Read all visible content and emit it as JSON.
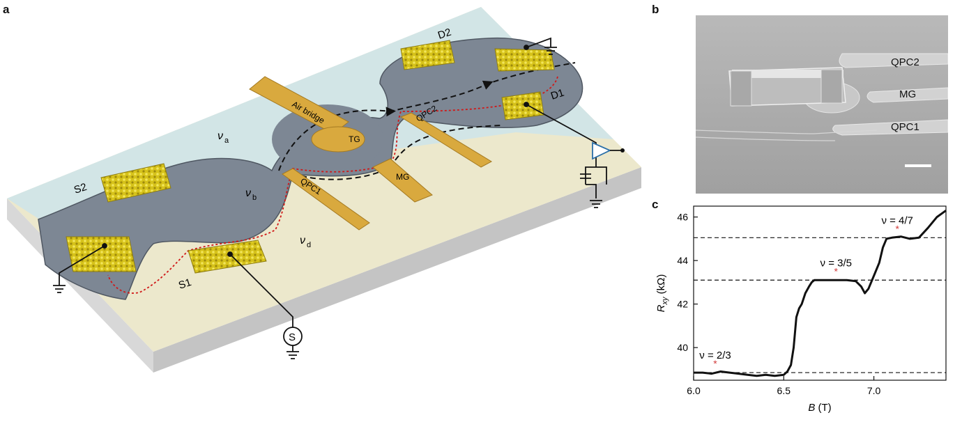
{
  "panels": {
    "a": "a",
    "b": "b",
    "c": "c"
  },
  "device": {
    "contacts": [
      "S1",
      "S2",
      "D1",
      "D2"
    ],
    "gates": [
      "QPC1",
      "QPC2",
      "MG",
      "TG",
      "Air bridge"
    ],
    "fillings": {
      "a": "a",
      "b": "b",
      "d": "d"
    },
    "nu_symbol": "ν",
    "source_symbol": "S"
  },
  "sem": {
    "labels": [
      "QPC2",
      "MG",
      "QPC1"
    ]
  },
  "colors": {
    "substrate_top": "#ece8cc",
    "top_region": "#cfe4e9",
    "graphene": "#7d8794",
    "gate_gold": "#d9a93e",
    "contact_gold": "#d6c21a",
    "edge_black": "#111111",
    "edge_red": "#d01818",
    "star_red": "#d23b3b",
    "amp_blue": "#2a6fa8"
  },
  "chart_data": {
    "type": "line",
    "xlabel_symbol": "B",
    "xlabel_unit": "(T)",
    "ylabel_symbol": "R",
    "ylabel_sub": "xy",
    "ylabel_unit": "(kΩ)",
    "xlim": [
      6.0,
      7.4
    ],
    "ylim": [
      38.5,
      46.5
    ],
    "xticks": [
      6.0,
      6.5,
      7.0
    ],
    "xtick_labels": [
      "6.0",
      "6.5",
      "7.0"
    ],
    "yticks": [
      40,
      42,
      44,
      46
    ],
    "ytick_labels": [
      "40",
      "42",
      "44",
      "46"
    ],
    "plateaus": [
      {
        "label": "ν = 2/3",
        "value": 38.85,
        "star_x": 6.12
      },
      {
        "label": "ν = 3/5",
        "value": 43.1,
        "star_x": 6.79
      },
      {
        "label": "ν = 4/7",
        "value": 45.05,
        "star_x": 7.13
      }
    ],
    "series": [
      {
        "x": [
          6.0,
          6.05,
          6.1,
          6.15,
          6.2,
          6.25,
          6.3,
          6.35,
          6.4,
          6.45,
          6.5,
          6.52,
          6.54,
          6.555,
          6.57,
          6.585,
          6.6,
          6.62,
          6.64,
          6.655,
          6.67,
          6.685,
          6.7,
          6.75,
          6.8,
          6.85,
          6.9,
          6.93,
          6.95,
          6.97,
          7.0,
          7.03,
          7.05,
          7.07,
          7.1,
          7.15,
          7.2,
          7.25,
          7.3,
          7.35,
          7.4
        ],
        "y": [
          38.85,
          38.85,
          38.8,
          38.9,
          38.85,
          38.8,
          38.75,
          38.7,
          38.75,
          38.7,
          38.75,
          38.9,
          39.2,
          40.0,
          41.4,
          41.8,
          42.0,
          42.5,
          42.8,
          43.0,
          43.1,
          43.1,
          43.1,
          43.1,
          43.1,
          43.1,
          43.05,
          42.8,
          42.5,
          42.7,
          43.3,
          43.9,
          44.6,
          45.0,
          45.05,
          45.1,
          45.0,
          45.05,
          45.5,
          46.0,
          46.3
        ]
      }
    ]
  }
}
